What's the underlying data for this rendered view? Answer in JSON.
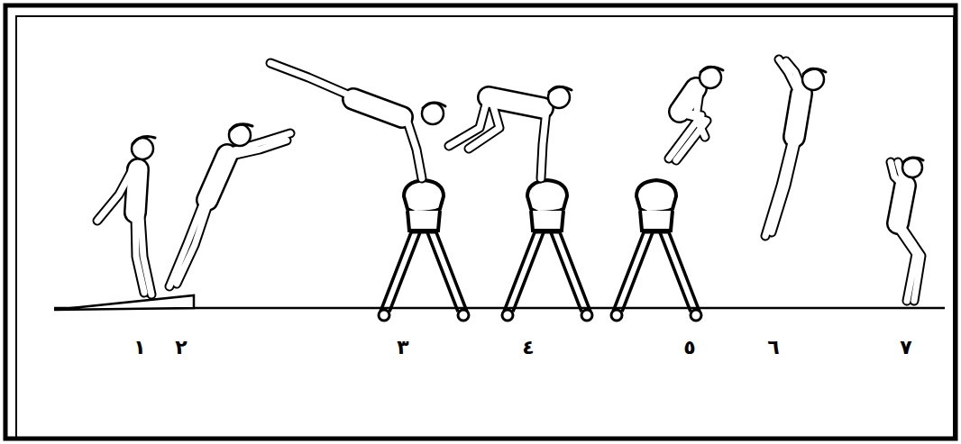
{
  "diagram": {
    "labels": [
      "١",
      "٢",
      "٣",
      "٤",
      "٥",
      "٦",
      "٧"
    ]
  }
}
